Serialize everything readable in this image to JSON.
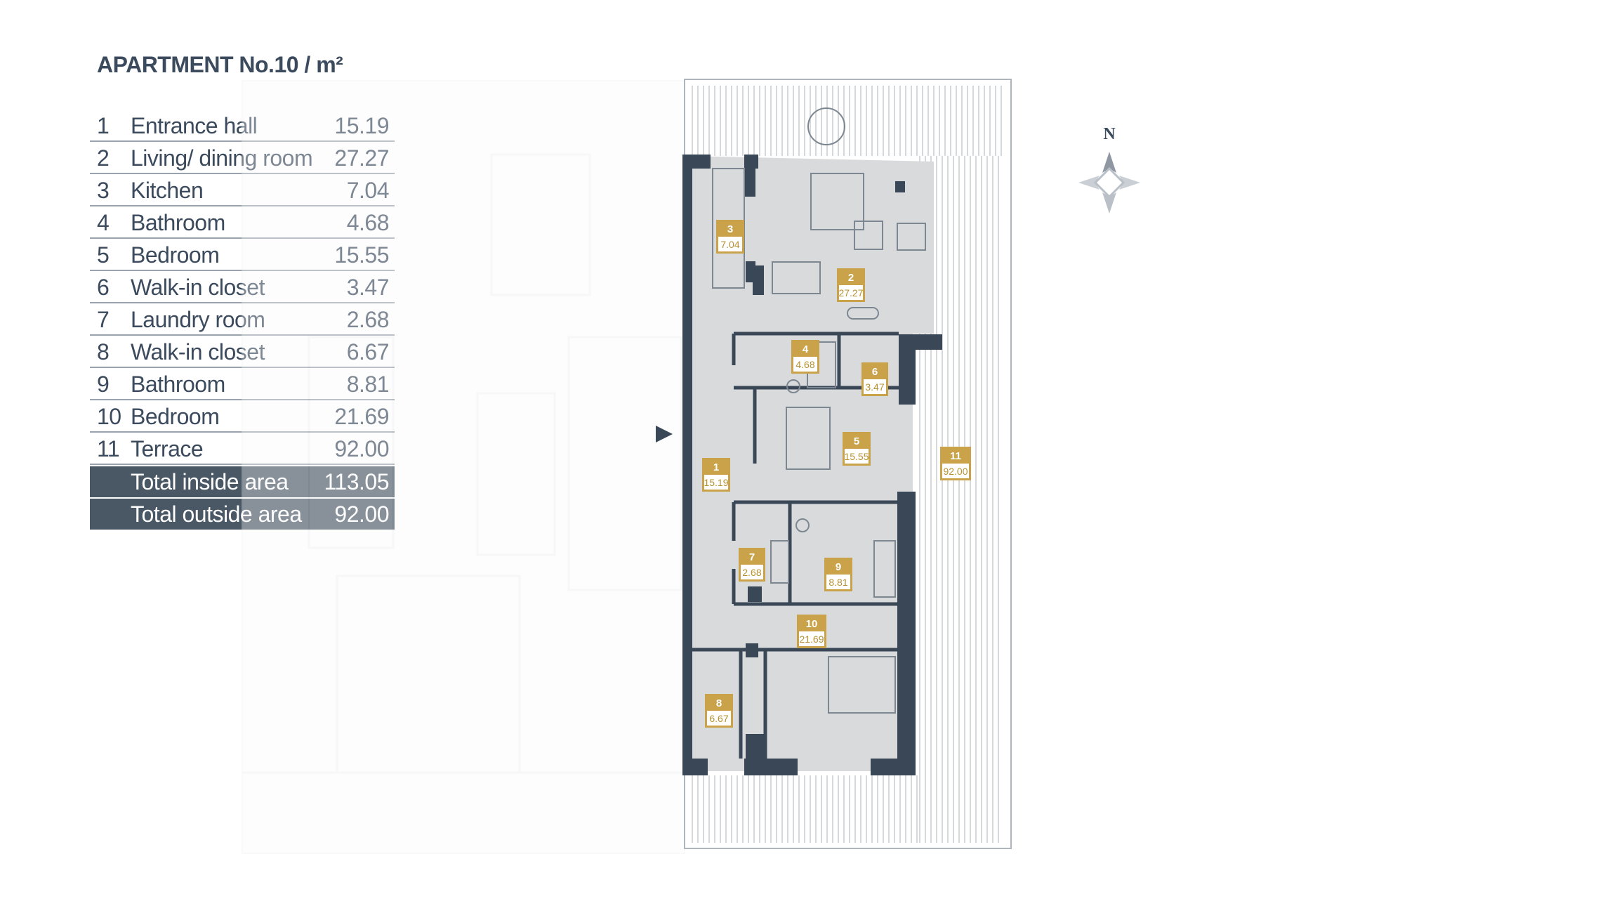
{
  "title": "APARTMENT No.10 / m²",
  "rooms": [
    {
      "num": "1",
      "name": "Entrance hall",
      "area": "15.19"
    },
    {
      "num": "2",
      "name": "Living/ dining room",
      "area": "27.27"
    },
    {
      "num": "3",
      "name": "Kitchen",
      "area": "7.04"
    },
    {
      "num": "4",
      "name": "Bathroom",
      "area": "4.68"
    },
    {
      "num": "5",
      "name": "Bedroom",
      "area": "15.55"
    },
    {
      "num": "6",
      "name": "Walk-in closet",
      "area": "3.47"
    },
    {
      "num": "7",
      "name": "Laundry room",
      "area": "2.68"
    },
    {
      "num": "8",
      "name": "Walk-in closet",
      "area": "6.67"
    },
    {
      "num": "9",
      "name": "Bathroom",
      "area": "8.81"
    },
    {
      "num": "10",
      "name": "Bedroom",
      "area": "21.69"
    },
    {
      "num": "11",
      "name": "Terrace",
      "area": "92.00"
    }
  ],
  "totals": {
    "inside": {
      "label": "Total inside area",
      "value": "113.05"
    },
    "outside": {
      "label": "Total outside area",
      "value": "92.00"
    }
  },
  "compass": {
    "north_label": "N"
  },
  "colors": {
    "text": "#3b4a5c",
    "wall": "#3a4756",
    "floor": "#d6d8da",
    "tag": "#c9a24a",
    "total_bg": "#4a5866"
  }
}
